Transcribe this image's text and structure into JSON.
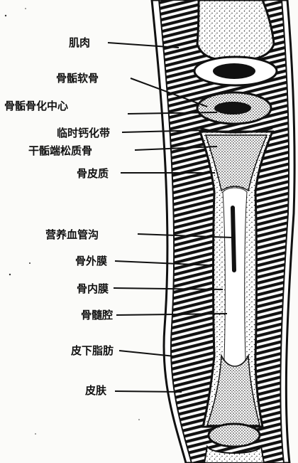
{
  "labels": {
    "muscle": "肌肉",
    "epiphyseal_cartilage": "骨骺软骨",
    "epiphyseal_ossification_center": "骨骺骨化中心",
    "provisional_calcification_zone": "临时钙化带",
    "metaphyseal_cancellous_bone": "干骺端松质骨",
    "cortical_bone": "骨皮质",
    "nutrient_vessel_groove": "营养血管沟",
    "periosteum": "骨外膜",
    "endosteum": "骨内膜",
    "medullary_cavity": "骨髓腔",
    "subcutaneous_fat": "皮下脂肪",
    "skin": "皮肤"
  }
}
